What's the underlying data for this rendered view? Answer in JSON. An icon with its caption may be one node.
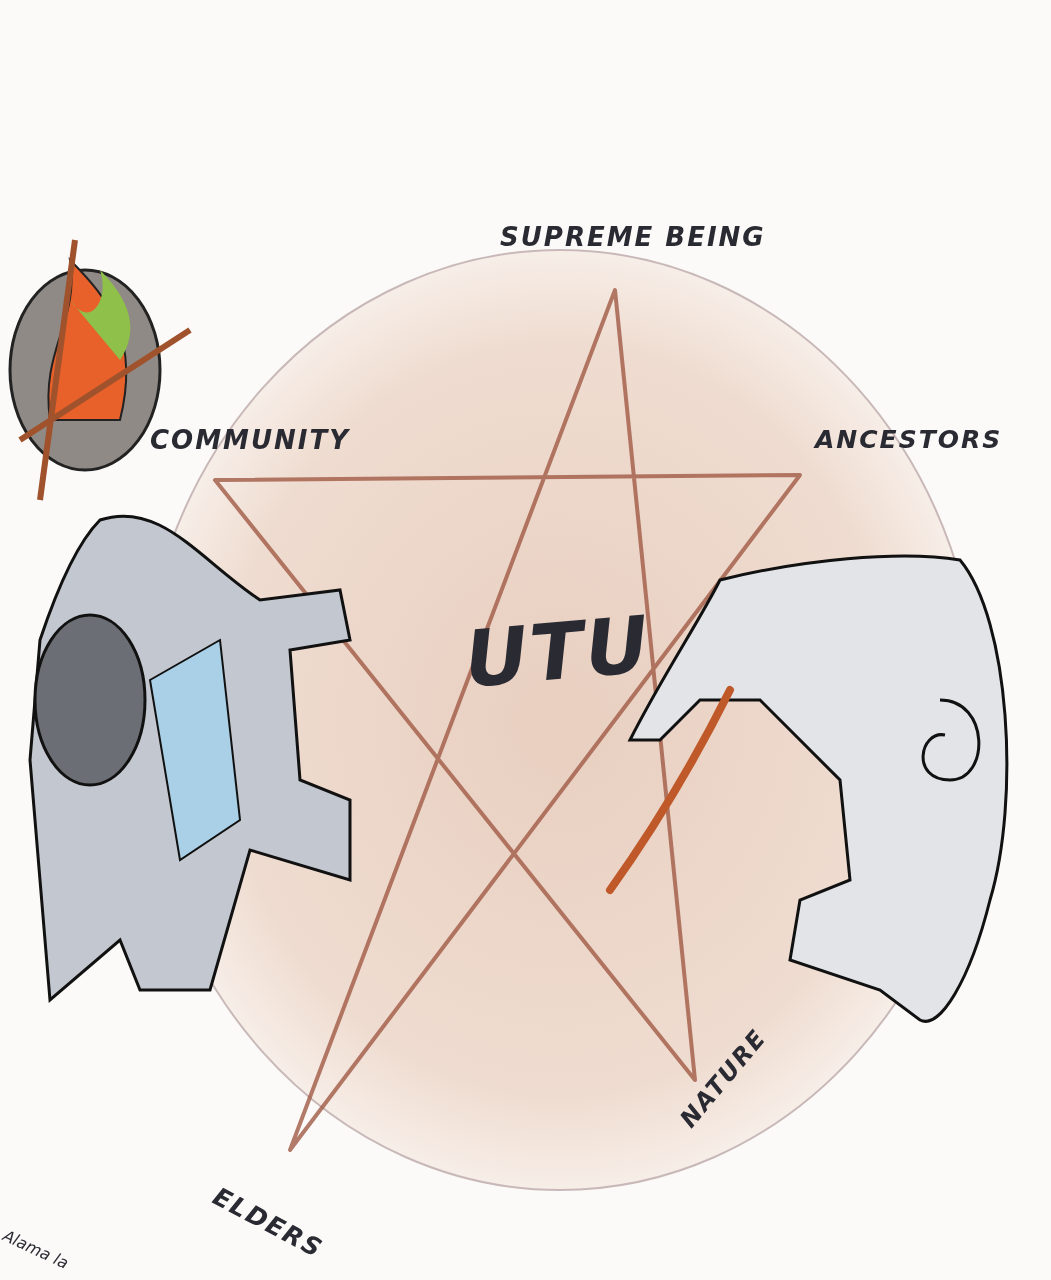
{
  "diagram": {
    "labels": [
      "SUPREME BEING",
      "COMMUNITY",
      "ANCESTORS",
      "UTU",
      "NATURE",
      "ELDERS",
      "Alama la"
    ]
  }
}
